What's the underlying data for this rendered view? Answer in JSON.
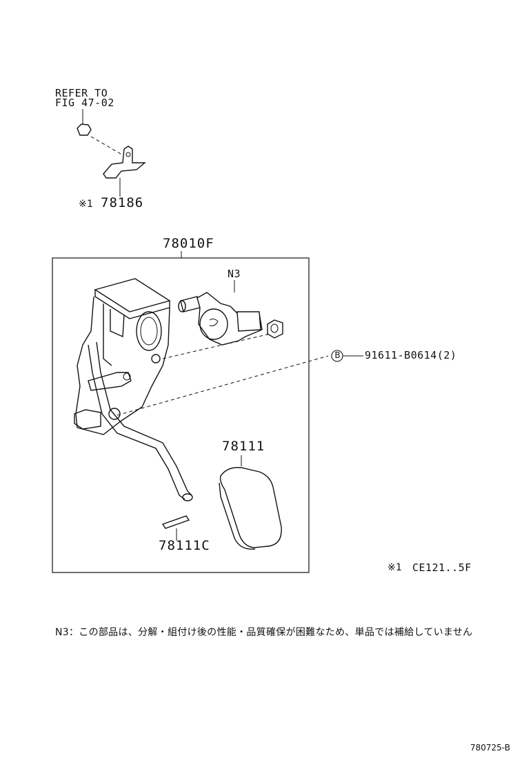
{
  "refer": {
    "line1": "REFER TO",
    "line2": "FIG 47-02"
  },
  "parts": {
    "bracket": "78186",
    "bracket_mark": "※1",
    "assembly": "78010F",
    "sensor": "N3",
    "bolt_marker": "B",
    "bolt": "91611-B0614(2)",
    "pad": "78111",
    "pin": "78111C"
  },
  "legend": {
    "mark": "※1",
    "code": "CE121..5F"
  },
  "note": "N3：この部品は、分解・組付け後の性能・品質確保が困難なため、単品では補給していません",
  "figure_id": "780725-B"
}
